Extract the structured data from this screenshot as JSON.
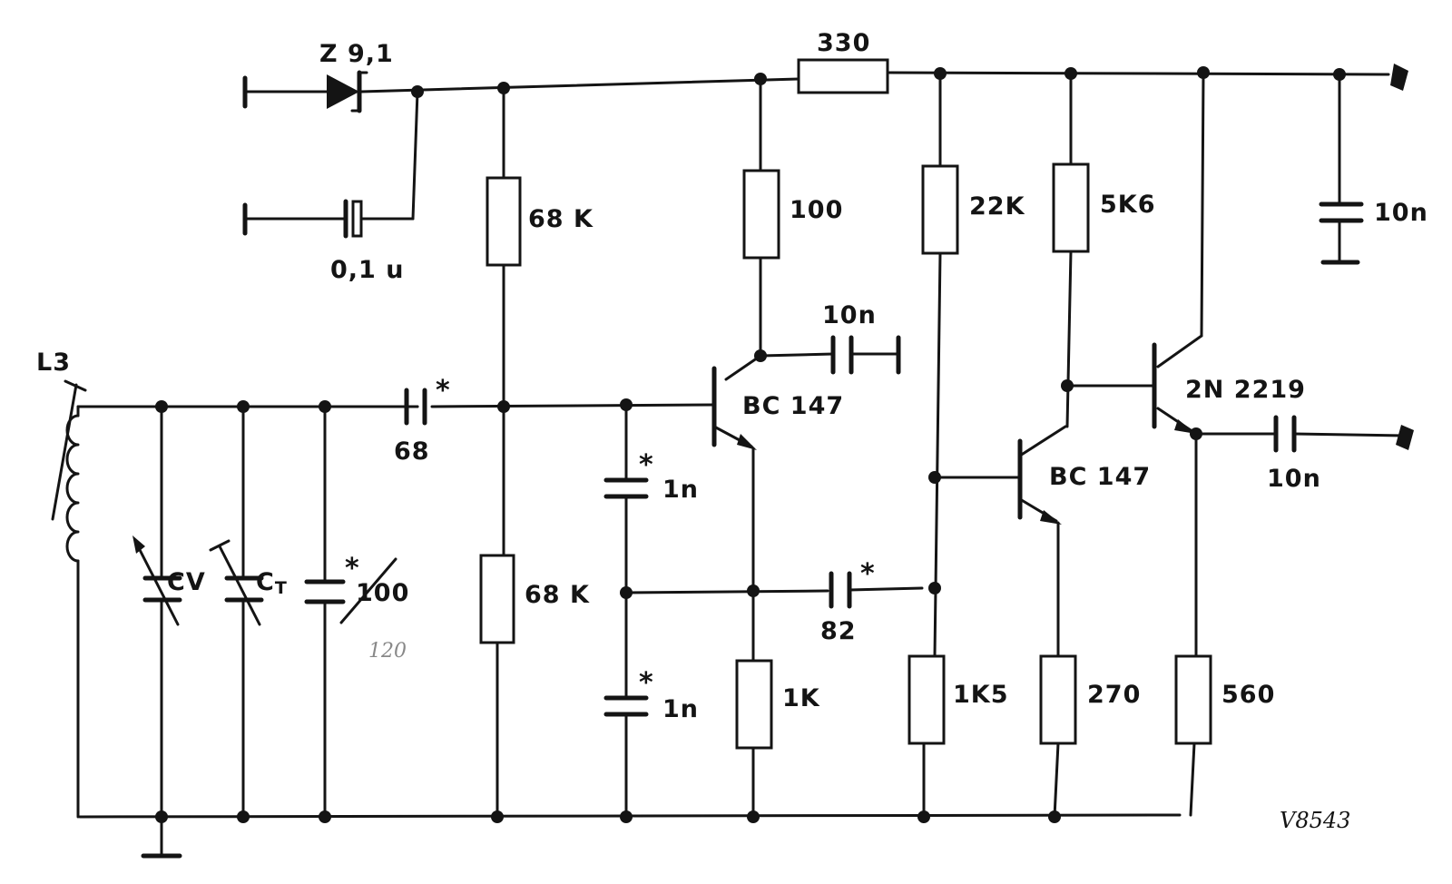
{
  "labels": {
    "zener": "Z 9,1",
    "r_330": "330",
    "c_01u": "0,1 u",
    "r_68k_top": "68 K",
    "r_100": "100",
    "r_22k": "22K",
    "r_5k6": "5K6",
    "c_10n_supply": "10n",
    "c_10n_collector": "10n",
    "l3": "L3",
    "c_68": "68",
    "q1": "BC 147",
    "q2": "BC 147",
    "q3": "2N 2219",
    "c_10n_out": "10n",
    "c_1n_a": "1n",
    "c_1n_b": "1n",
    "cv_main": "C",
    "cv_sub": "V",
    "ct_main": "C",
    "ct_sub": "T",
    "c_100": "100",
    "c_100_note": "120",
    "r_68k_bottom": "68 K",
    "c_82": "82",
    "r_1k": "1K",
    "r_1k5": "1K5",
    "r_270": "270",
    "r_560": "560",
    "drawing_code": "V8543",
    "select_on_test_mark": "*"
  }
}
